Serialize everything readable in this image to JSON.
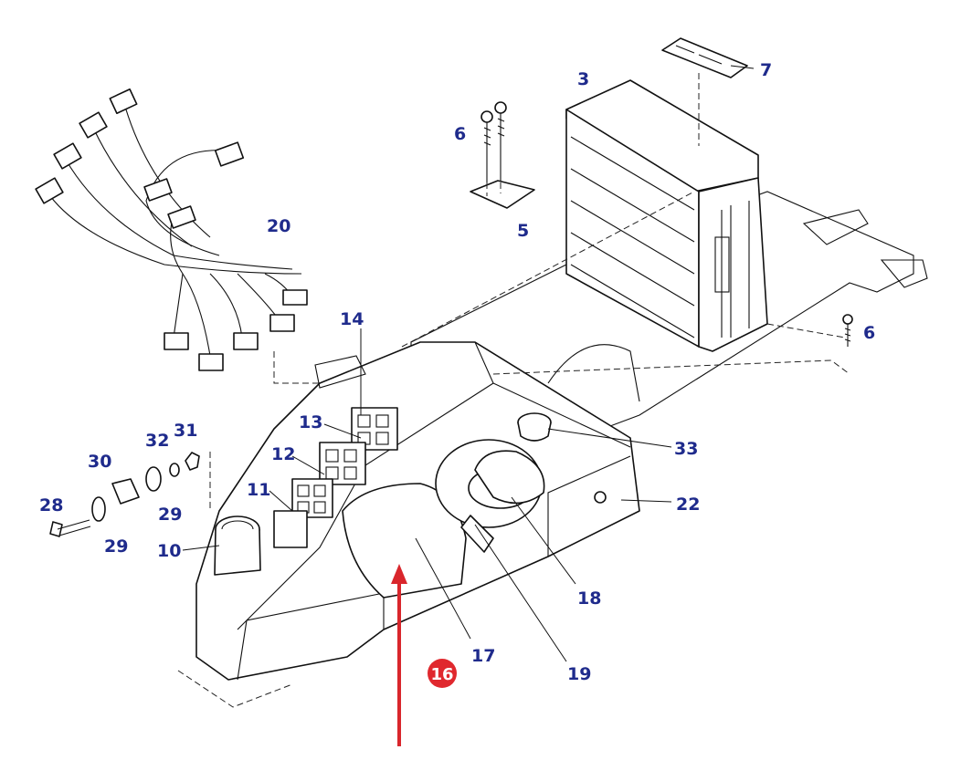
{
  "diagram": {
    "callouts": [
      "3",
      "5",
      "6",
      "6",
      "7",
      "10",
      "11",
      "12",
      "13",
      "14",
      "17",
      "18",
      "19",
      "20",
      "22",
      "28",
      "29",
      "29",
      "30",
      "31",
      "32",
      "33"
    ],
    "highlight": {
      "label": "16",
      "color": "#e0282e"
    },
    "arrow": {
      "color": "#d9262c"
    },
    "text_color": "#1f2b8c"
  }
}
